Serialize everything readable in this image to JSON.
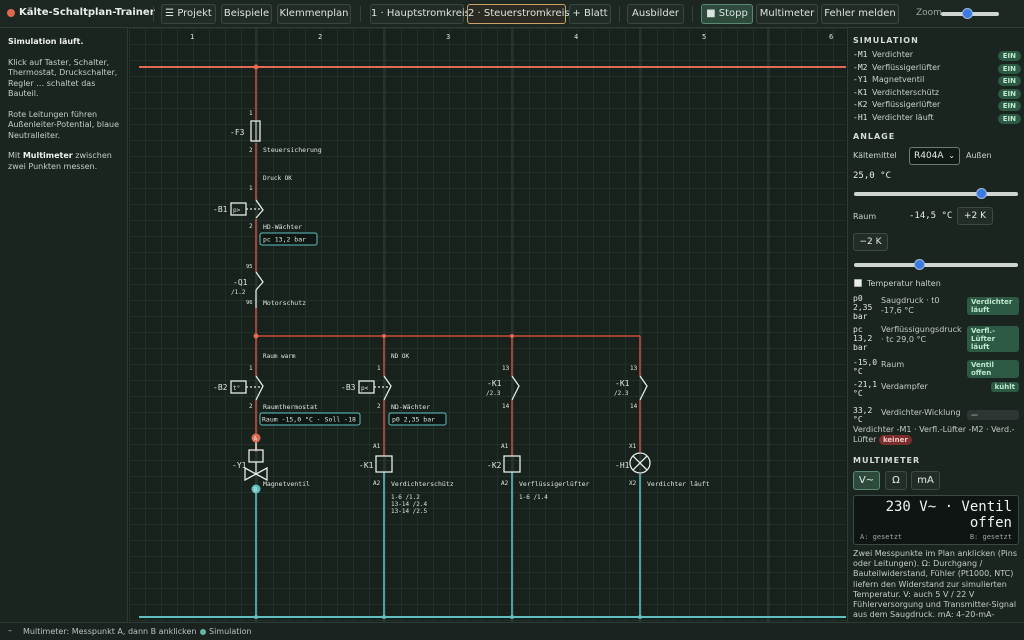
{
  "app": {
    "title": "Kälte-Schaltplan-Trainer"
  },
  "toolbar": {
    "projekt": "☰ Projekt",
    "beispiele": "Beispiele",
    "klemmenplan": "Klemmenplan",
    "tab1": "1 · Hauptstromkreis",
    "tab2": "2 · Steuerstromkreis",
    "add_sheet": "+ Blatt",
    "ausbilder": "Ausbilder",
    "stopp": "■ Stopp",
    "multimeter": "Multimeter",
    "fehler": "Fehler melden",
    "zoom_label": "Zoom",
    "zoom_level": 0.45
  },
  "left": {
    "status": "Simulation läuft.",
    "p1": "Klick auf Taster, Schalter, Thermostat, Druckschalter, Regler … schaltet das Bauteil.",
    "p2": "Rote Leitungen führen Außenleiter-Potential, blaue Neutralleiter.",
    "p3a": "Mit ",
    "p3b": "Multimeter",
    "p3c": " zwischen zwei Punkten messen."
  },
  "schematic": {
    "columns": [
      "1",
      "2",
      "3",
      "4",
      "5",
      "6"
    ],
    "f3": {
      "tag": "-F3",
      "pin1": "1",
      "pin2": "2",
      "desc": "Steuersicherung",
      "wire": "Druck OK"
    },
    "b1": {
      "tag": "-B1",
      "sym": "p>",
      "pin1": "1",
      "pin2": "2",
      "desc": "HD-Wächter",
      "reading": "pc 13,2 bar"
    },
    "q1": {
      "tag": "-Q1",
      "ref": "/1.2",
      "pin1": "95",
      "pin2": "96",
      "desc": "Motorschutz"
    },
    "wire_labels": {
      "raum_warm": "Raum warm",
      "nd_ok": "ND OK"
    },
    "b2": {
      "tag": "-B2",
      "sym": "t°",
      "pin1": "1",
      "pin2": "2",
      "desc": "Raumthermostat",
      "reading": "Raum -15,0 °C · Soll -18"
    },
    "b3": {
      "tag": "-B3",
      "sym": "p<",
      "pin1": "1",
      "pin2": "2",
      "desc": "ND-Wächter",
      "reading": "p0 2,35 bar"
    },
    "k1c1": {
      "tag": "-K1",
      "ref": "/2.3",
      "pin1": "13",
      "pin2": "14"
    },
    "k1c2": {
      "tag": "-K1",
      "ref": "/2.3",
      "pin1": "13",
      "pin2": "14"
    },
    "y1": {
      "tag": "-Y1",
      "desc": "Magnetventil",
      "probe_a": "A",
      "probe_b": "B"
    },
    "k1coil": {
      "tag": "-K1",
      "a1": "A1",
      "a2": "A2",
      "desc": "Verdichterschütz",
      "refs": [
        "1-6 /1.2",
        "13-14 /2.4",
        "13-14 /2.5"
      ]
    },
    "k2coil": {
      "tag": "-K2",
      "a1": "A1",
      "a2": "A2",
      "desc": "Verflüssigerlüfter",
      "refs": [
        "1-6 /1.4"
      ]
    },
    "h1": {
      "tag": "-H1",
      "x1": "X1",
      "x2": "X2",
      "desc": "Verdichter läuft"
    }
  },
  "right": {
    "sim_head": "SIMULATION",
    "sim_items": [
      {
        "code": "-M1",
        "name": "Verdichter",
        "state": "EIN"
      },
      {
        "code": "-M2",
        "name": "Verflüssigerlüfter",
        "state": "EIN"
      },
      {
        "code": "-Y1",
        "name": "Magnetventil",
        "state": "EIN"
      },
      {
        "code": "-K1",
        "name": "Verdichterschütz",
        "state": "EIN"
      },
      {
        "code": "-K2",
        "name": "Verflüssigerlüfter",
        "state": "EIN"
      },
      {
        "code": "-H1",
        "name": "Verdichter läuft",
        "state": "EIN"
      }
    ],
    "anlage_head": "ANLAGE",
    "refrigerant_label": "Kältemittel",
    "refrigerant_value": "R404A",
    "aussen_label": "Außen",
    "aussen_value": "25,0 °C",
    "aussen_level": 0.78,
    "raum_label": "Raum",
    "raum_value": "-14,5 °C",
    "plus2": "+2 K",
    "minus2": "−2 K",
    "raum_level": 0.4,
    "hold_label": "Temperatur halten",
    "readings": [
      {
        "value": "p0 2,35 bar",
        "name": "Saugdruck · t0 -17,6 °C",
        "status": "Verdichter läuft"
      },
      {
        "value": "pc 13,2 bar",
        "name": "Verflüssigungsdruck · tc 29,0 °C",
        "status": "Verfl.-Lüfter läuft"
      },
      {
        "value": "-15,0 °C",
        "name": "Raum",
        "status": "Ventil offen"
      },
      {
        "value": "-21,1 °C",
        "name": "Verdampfer",
        "status": "kühlt"
      },
      {
        "value": "33,2 °C",
        "name": "Verdichter-Wicklung",
        "status": "—"
      }
    ],
    "fault_text": "Verdichter -M1 · Verfl.-Lüfter -M2 · Verd.-Lüfter",
    "fault_badge": "keiner",
    "mm_head": "MULTIMETER",
    "mm_modes": [
      "V~",
      "Ω",
      "mA"
    ],
    "mm_display": "230 V~ · Ventil offen",
    "mm_a": "A: gesetzt",
    "mm_b": "B: gesetzt",
    "mm_help": "Zwei Messpunkte im Plan anklicken (Pins oder Leitungen). Ω: Durchgang / Bauteilwiderstand, Fühler (Pt1000, NTC) liefern den Widerstand zur simulierten Temperatur. V: auch 5 V / 22 V Fühlerversorgung und Transmitter-Signal aus dem Saugdruck. mA: 4–20-mA-"
  },
  "status": {
    "chevron": "–",
    "multimeter": "Multimeter: Messpunkt A, dann B anklicken",
    "sim": "Simulation"
  },
  "colors": {
    "phase": "#e06a55",
    "neutral": "#5fbfc0",
    "live_red": "#c94a3e"
  }
}
